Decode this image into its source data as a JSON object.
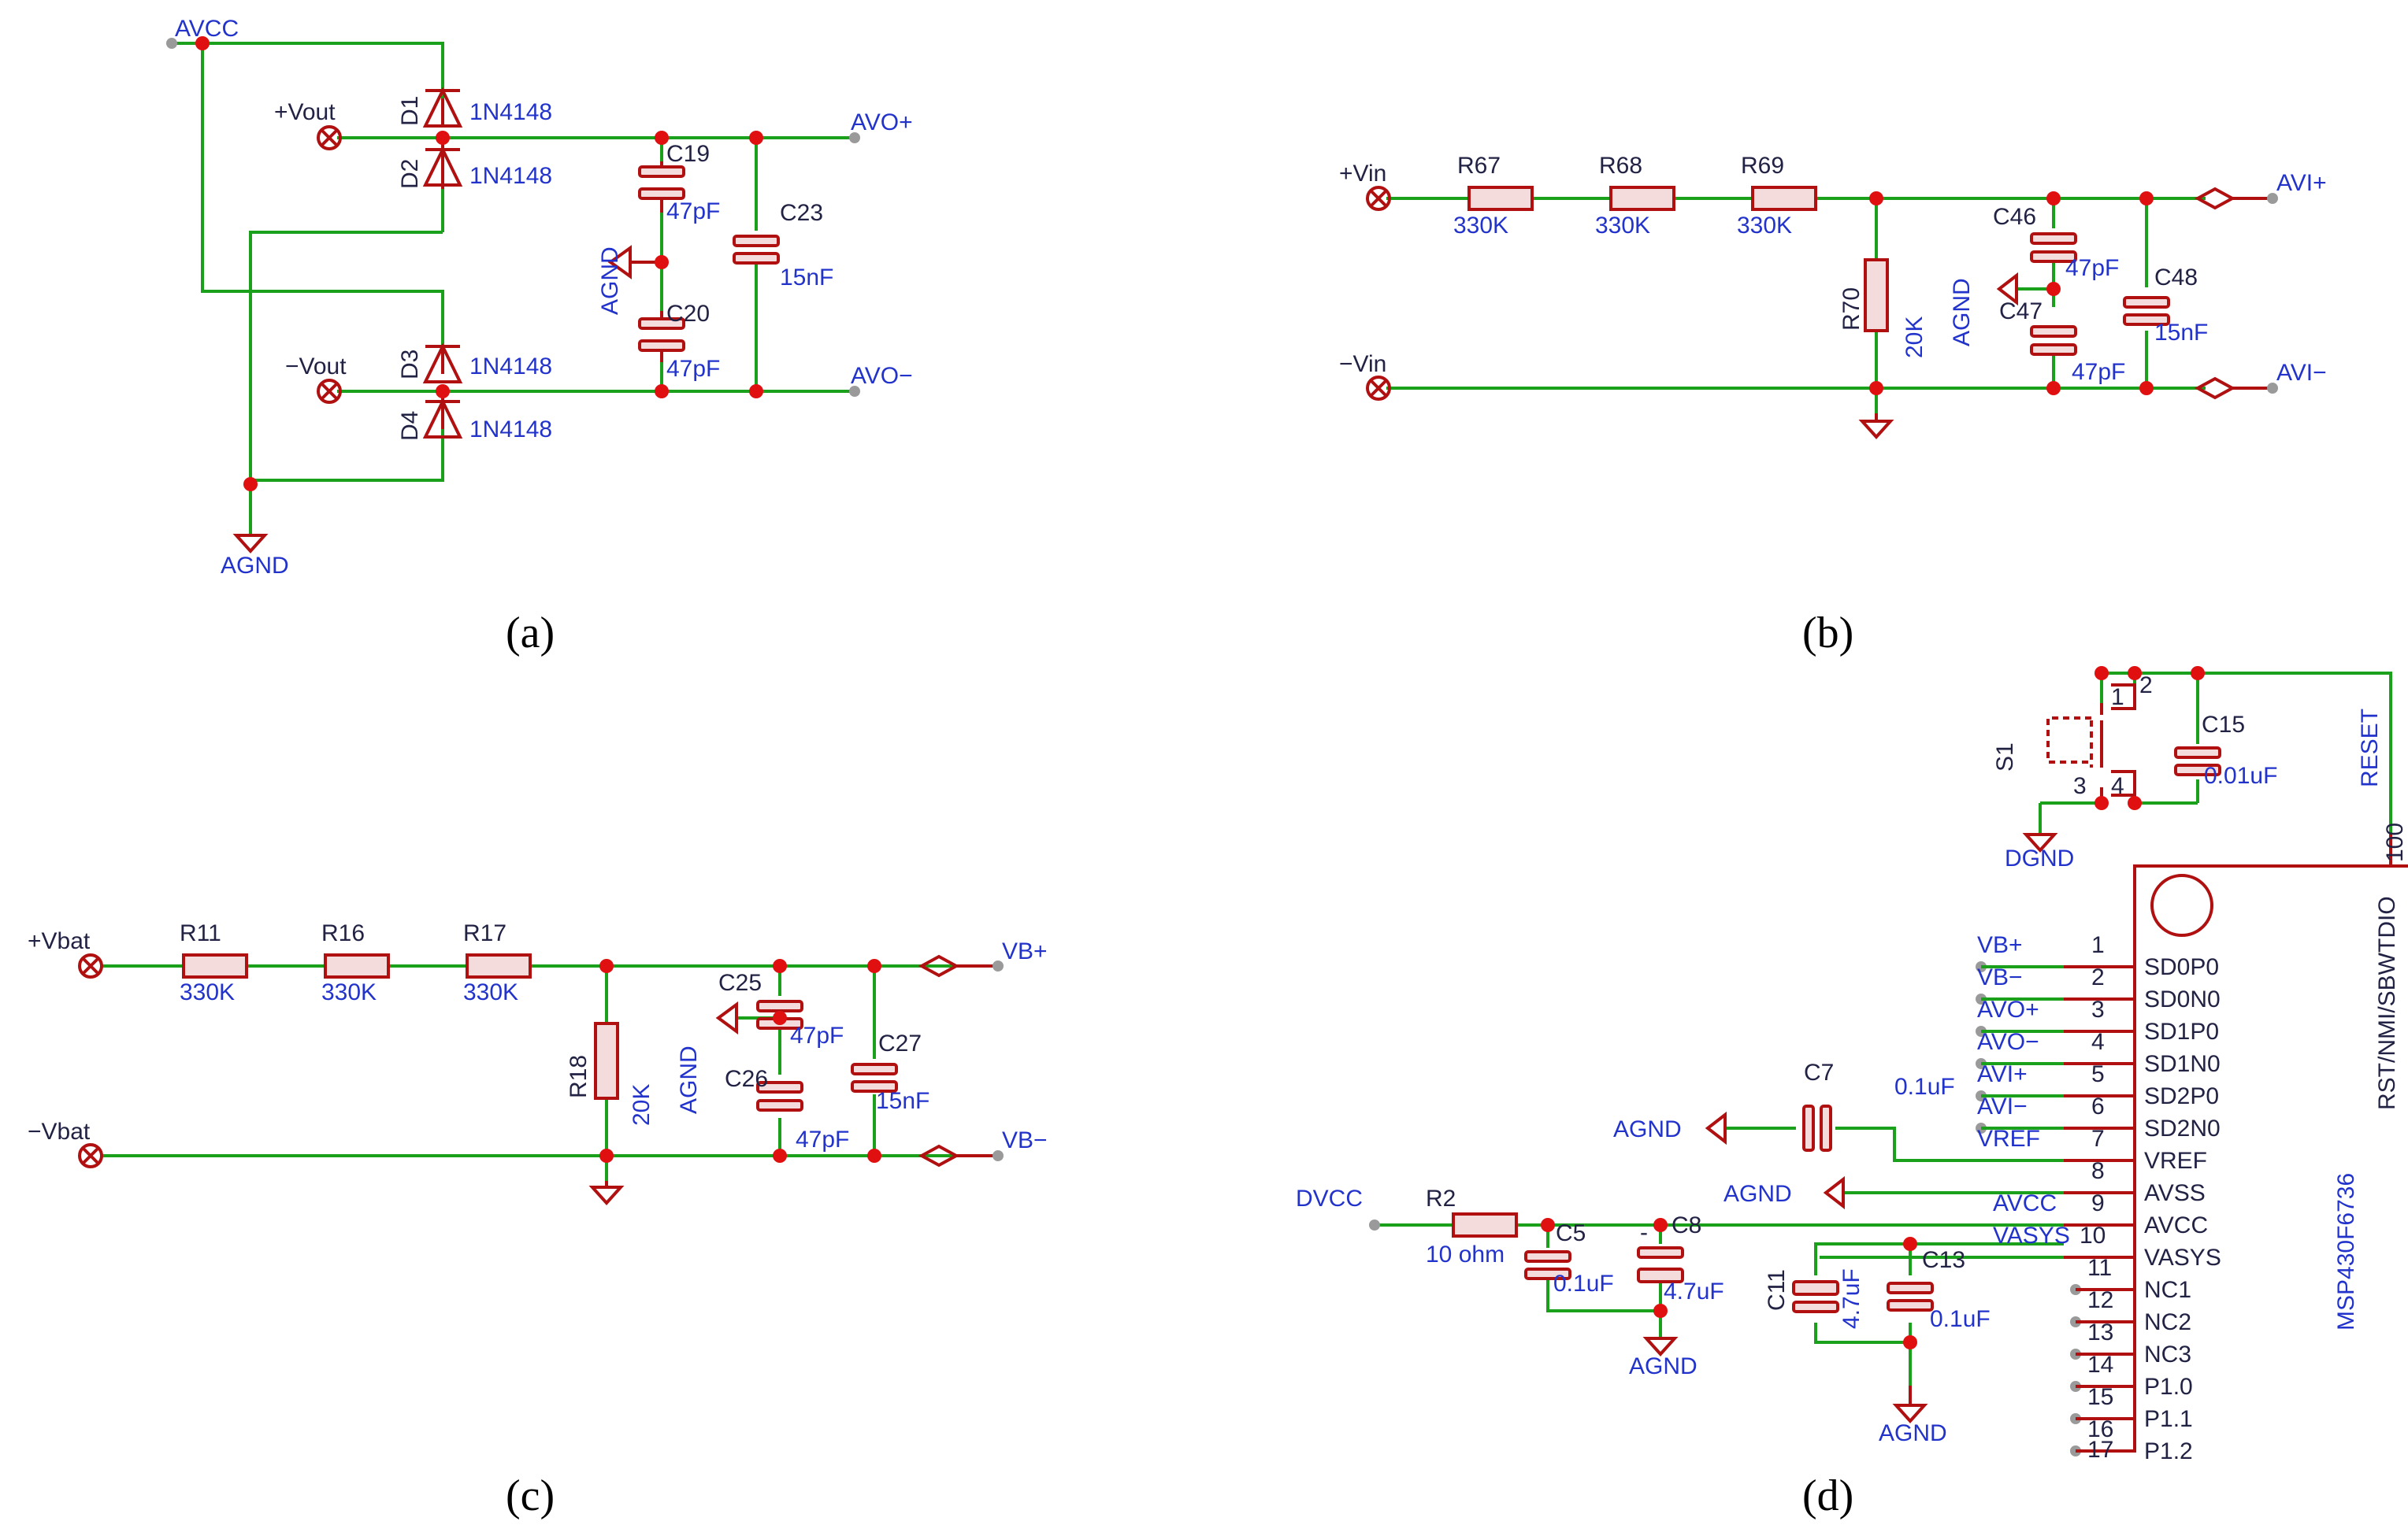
{
  "panels": {
    "a": "(a)",
    "b": "(b)",
    "c": "(c)",
    "d": "(d)"
  },
  "panel_a": {
    "avcc": "AVCC",
    "vout_pos": "+Vout",
    "vout_neg": "−Vout",
    "avo_pos": "AVO+",
    "avo_neg": "AVO−",
    "agnd_mid": "AGND",
    "agnd_bottom": "AGND",
    "d1": "D1",
    "d2": "D2",
    "d3": "D3",
    "d4": "D4",
    "d1_val": "1N4148",
    "d2_val": "1N4148",
    "d3_val": "1N4148",
    "d4_val": "1N4148",
    "c19": "C19",
    "c19_val": "47pF",
    "c20": "C20",
    "c20_val": "47pF",
    "c23": "C23",
    "c23_val": "15nF"
  },
  "panel_b": {
    "vin_pos": "+Vin",
    "vin_neg": "−Vin",
    "avi_pos": "AVI+",
    "avi_neg": "AVI−",
    "r67": "R67",
    "r67_val": "330K",
    "r68": "R68",
    "r68_val": "330K",
    "r69": "R69",
    "r69_val": "330K",
    "r70": "R70",
    "r70_val": "20K",
    "agnd": "AGND",
    "c46": "C46",
    "c46_val": "47pF",
    "c47": "C47",
    "c47_val": "47pF",
    "c48": "C48",
    "c48_val": "15nF"
  },
  "panel_c": {
    "vbat_pos": "+Vbat",
    "vbat_neg": "−Vbat",
    "vb_pos": "VB+",
    "vb_neg": "VB−",
    "r11": "R11",
    "r11_val": "330K",
    "r16": "R16",
    "r16_val": "330K",
    "r17": "R17",
    "r17_val": "330K",
    "r18": "R18",
    "r18_val": "20K",
    "agnd": "AGND",
    "c25": "C25",
    "c25_val": "47pF",
    "c26": "C26",
    "c26_val": "47pF",
    "c27": "C27",
    "c27_val": "15nF"
  },
  "panel_d": {
    "s1": "S1",
    "s1_p1": "1",
    "s1_p2": "2",
    "s1_p3": "3",
    "s1_p4": "4",
    "c15": "C15",
    "c15_val": "0.01uF",
    "dgnd": "DGND",
    "reset": "RESET",
    "pin_top_num": "100",
    "rst_pin": "RST/NMI/SBWTDIO",
    "ic_name": "MSP430F6736",
    "c7": "C7",
    "c7_val": "0.1uF",
    "agnd_c7": "AGND",
    "agnd_avss": "AGND",
    "dvcc": "DVCC",
    "r2": "R2",
    "r2_val": "10 ohm",
    "c5": "C5",
    "c5_val": "0.1uF",
    "c8": "C8",
    "c8_val": "4.7uF",
    "c8_pol": "-",
    "c11": "C11",
    "c11_val": "4.7uF",
    "c13": "C13",
    "c13_val": "0.1uF",
    "agnd_c8": "AGND",
    "agnd_c13": "AGND",
    "net_labels": [
      "VB+",
      "VB−",
      "AVO+",
      "AVO−",
      "AVI+",
      "AVI−",
      "VREF",
      "",
      "AVCC",
      "VASYS",
      "",
      "",
      "",
      "",
      "",
      "",
      ""
    ],
    "pin_numbers": [
      "1",
      "2",
      "3",
      "4",
      "5",
      "6",
      "7",
      "8",
      "9",
      "10",
      "11",
      "12",
      "13",
      "14",
      "15",
      "16",
      "17"
    ],
    "pin_names": [
      "SD0P0",
      "SD0N0",
      "SD1P0",
      "SD1N0",
      "SD2P0",
      "SD2N0",
      "VREF",
      "AVSS",
      "AVCC",
      "VASYS",
      "NC1",
      "NC2",
      "NC3",
      "P1.0",
      "P1.1",
      "P1.2",
      ""
    ]
  }
}
